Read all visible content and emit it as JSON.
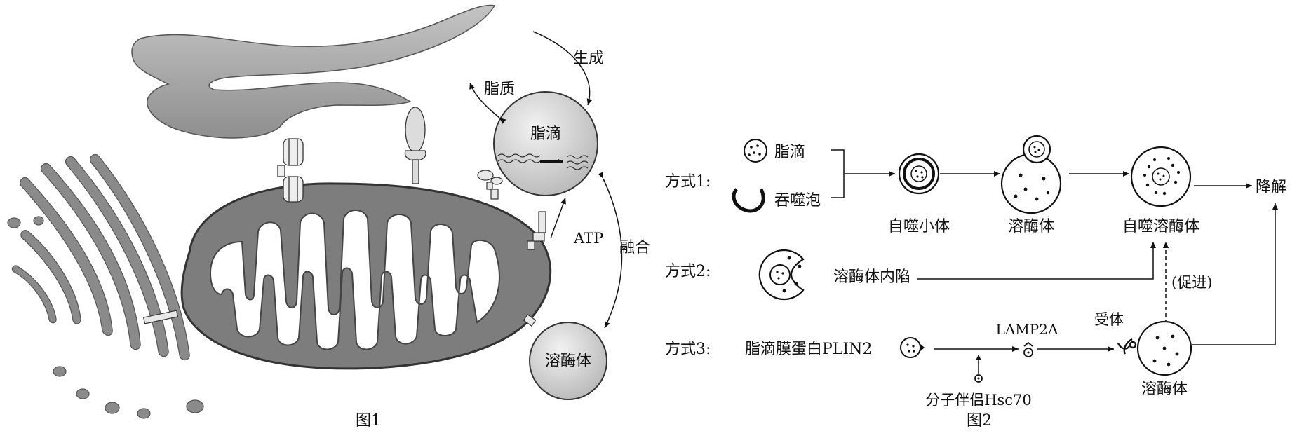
{
  "figure1": {
    "caption": "图1",
    "lipid_droplet_label": "脂滴",
    "lysosome_label": "溶酶体",
    "generate_label": "生成",
    "lipid_label": "脂质",
    "atp_label": "ATP",
    "fusion_label": "融合"
  },
  "figure2": {
    "caption": "图2",
    "method1": {
      "label": "方式1:",
      "lipid_droplet": "脂滴",
      "phagophore": "吞噬泡",
      "autophagosome": "自噬小体",
      "lysosome": "溶酶体",
      "autolysosome": "自噬溶酶体",
      "degradation": "降解"
    },
    "method2": {
      "label": "方式2:",
      "lysosome_invagination": "溶酶体内陷",
      "promote": "(促进)"
    },
    "method3": {
      "label": "方式3:",
      "plin2": "脂滴膜蛋白PLIN2",
      "lamp2a": "LAMP2A",
      "receptor": "受体",
      "hsc70": "分子伴侣Hsc70",
      "lysosome": "溶酶体"
    }
  }
}
